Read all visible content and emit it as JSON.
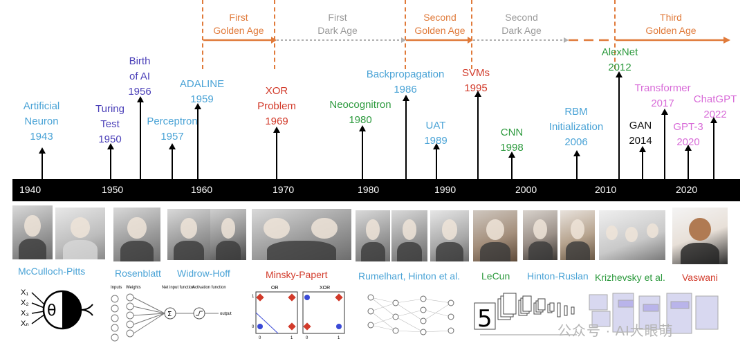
{
  "eras": [
    {
      "id": "first-golden",
      "label": "First\nGolden Age",
      "kind": "golden"
    },
    {
      "id": "first-dark",
      "label": "First\nDark Age",
      "kind": "dark"
    },
    {
      "id": "second-golden",
      "label": "Second\nGolden Age",
      "kind": "golden"
    },
    {
      "id": "second-dark",
      "label": "Second\nDark Age",
      "kind": "dark"
    },
    {
      "id": "third-golden",
      "label": "Third\nGolden Age",
      "kind": "golden"
    }
  ],
  "events": [
    {
      "id": "artificial-neuron",
      "label": "Artificial\nNeuron\n1943",
      "color": "blue"
    },
    {
      "id": "turing-test",
      "label": "Turing\nTest\n1950",
      "color": "purple"
    },
    {
      "id": "birth-of-ai",
      "label": "Birth\nof AI\n1956",
      "color": "purple"
    },
    {
      "id": "perceptron",
      "label": "Perceptron\n1957",
      "color": "blue"
    },
    {
      "id": "adaline",
      "label": "ADALINE\n1959",
      "color": "blue"
    },
    {
      "id": "xor-problem",
      "label": "XOR\nProblem\n1969",
      "color": "red"
    },
    {
      "id": "neocognitron",
      "label": "Neocognitron\n1980",
      "color": "green"
    },
    {
      "id": "backpropagation",
      "label": "Backpropagation\n1986",
      "color": "blue"
    },
    {
      "id": "uat",
      "label": "UAT\n1989",
      "color": "blue"
    },
    {
      "id": "svms",
      "label": "SVMs\n1995",
      "color": "red"
    },
    {
      "id": "cnn",
      "label": "CNN\n1998",
      "color": "green"
    },
    {
      "id": "rbm",
      "label": "RBM\nInitialization\n2006",
      "color": "blue"
    },
    {
      "id": "alexnet",
      "label": "AlexNet\n2012",
      "color": "green"
    },
    {
      "id": "gan",
      "label": "GAN\n2014",
      "color": "black"
    },
    {
      "id": "transformer",
      "label": "Transformer\n2017",
      "color": "pink"
    },
    {
      "id": "gpt3",
      "label": "GPT-3\n2020",
      "color": "pink"
    },
    {
      "id": "chatgpt",
      "label": "ChatGPT\n2022",
      "color": "pink"
    }
  ],
  "decades": [
    "1940",
    "1950",
    "1960",
    "1970",
    "1980",
    "1990",
    "2000",
    "2010",
    "2020"
  ],
  "people": [
    {
      "id": "mcculloch-pitts",
      "label": "McCulloch-Pitts",
      "color": "blue"
    },
    {
      "id": "rosenblatt",
      "label": "Rosenblatt",
      "color": "blue"
    },
    {
      "id": "widrow-hoff",
      "label": "Widrow-Hoff",
      "color": "blue"
    },
    {
      "id": "minsky-papert",
      "label": "Minsky-Papert",
      "color": "red"
    },
    {
      "id": "rumelhart-hinton",
      "label": "Rumelhart, Hinton et al.",
      "color": "blue"
    },
    {
      "id": "lecun",
      "label": "LeCun",
      "color": "green"
    },
    {
      "id": "hinton-ruslan",
      "label": "Hinton-Ruslan",
      "color": "blue"
    },
    {
      "id": "krizhevsky",
      "label": "Krizhevsky et al.",
      "color": "green"
    },
    {
      "id": "vaswani",
      "label": "Vaswani",
      "color": "red"
    }
  ],
  "diagrams": {
    "neuron": {
      "inputs": [
        "X₁",
        "X₂",
        "X₃",
        "Xₙ"
      ],
      "symbol": "θ"
    },
    "perceptron": {
      "labels": [
        "Inputs",
        "Weights",
        "Net input function",
        "Activation function",
        "output"
      ]
    },
    "xor": {
      "or_title": "OR",
      "xor_title": "XOR",
      "tick0": "0",
      "tick1": "1"
    },
    "cnn_digit": "5"
  },
  "watermark": "公众号 · AI大眼萌",
  "colors": {
    "golden": "#e07a3a",
    "dark": "#9a9a9a",
    "blue": "#4aa3d6",
    "purple": "#4a3fb8",
    "red": "#d23a2a",
    "green": "#2d9a3e",
    "black": "#111111",
    "pink": "#d86bd8"
  }
}
